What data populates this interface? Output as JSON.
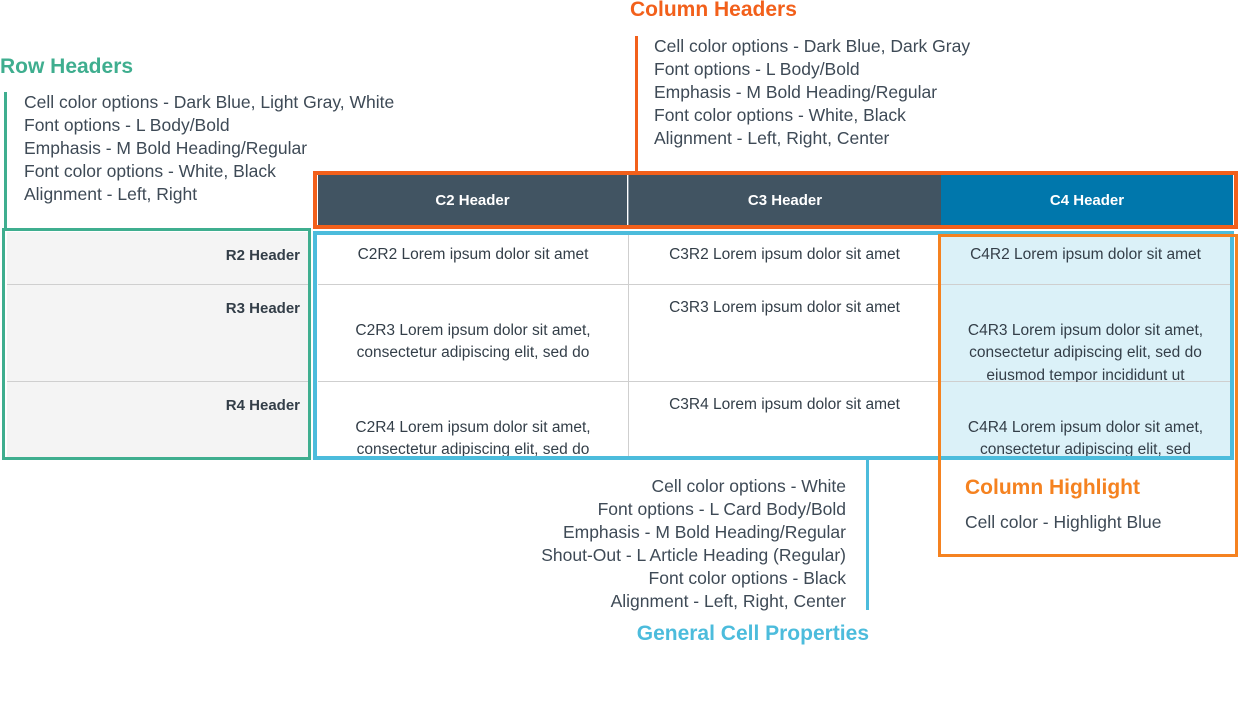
{
  "row_headers_note": {
    "title": "Row Headers",
    "lines": [
      "Cell color options - Dark Blue, Light Gray, White",
      "Font options - L Body/Bold",
      "Emphasis - M Bold Heading/Regular",
      "Font color options - White, Black",
      "Alignment - Left, Right"
    ]
  },
  "column_headers_note": {
    "title": "Column Headers",
    "lines": [
      "Cell color options - Dark Blue, Dark Gray",
      "Font options - L Body/Bold",
      "Emphasis - M Bold Heading/Regular",
      "Font color options - White, Black",
      "Alignment - Left, Right, Center"
    ]
  },
  "general_note": {
    "title": "General Cell Properties",
    "lines": [
      "Cell color options - White",
      "Font options - L Card Body/Bold",
      "Emphasis - M Bold Heading/Regular",
      "Shout-Out - L Article Heading (Regular)",
      "Font color options - Black",
      "Alignment - Left, Right, Center"
    ]
  },
  "highlight_note": {
    "title": "Column Highlight",
    "line": "Cell color - Highlight Blue"
  },
  "table": {
    "column_headers": [
      "C2 Header",
      "C3 Header",
      "C4 Header"
    ],
    "row_headers": [
      "R2 Header",
      "R3 Header",
      "R4 Header"
    ],
    "rows": [
      [
        "C2R2 Lorem ipsum dolor sit amet",
        "C3R2 Lorem ipsum dolor sit amet",
        "C4R2 Lorem ipsum dolor sit amet"
      ],
      [
        "C2R3 Lorem ipsum dolor sit amet,\nconsectetur adipiscing elit, sed do",
        "C3R3 Lorem ipsum dolor sit amet",
        "C4R3 Lorem ipsum dolor sit amet,\nconsectetur adipiscing elit, sed do\neiusmod tempor incididunt ut"
      ],
      [
        "C2R4 Lorem ipsum dolor sit amet,\nconsectetur adipiscing elit, sed do",
        "C3R4 Lorem ipsum dolor sit amet",
        "C4R4 Lorem ipsum dolor sit amet,\nconsectetur adipiscing elit, sed"
      ]
    ]
  },
  "colors": {
    "row_header_accent": "#3fae8f",
    "column_header_accent": "#f2601b",
    "general_accent": "#4cbcdc",
    "highlight_accent": "#f58220",
    "dark_blue_header": "#415462",
    "highlight_header": "#0077ac",
    "highlight_cell": "#dbf1f8",
    "light_gray_cell": "#f4f4f4"
  }
}
